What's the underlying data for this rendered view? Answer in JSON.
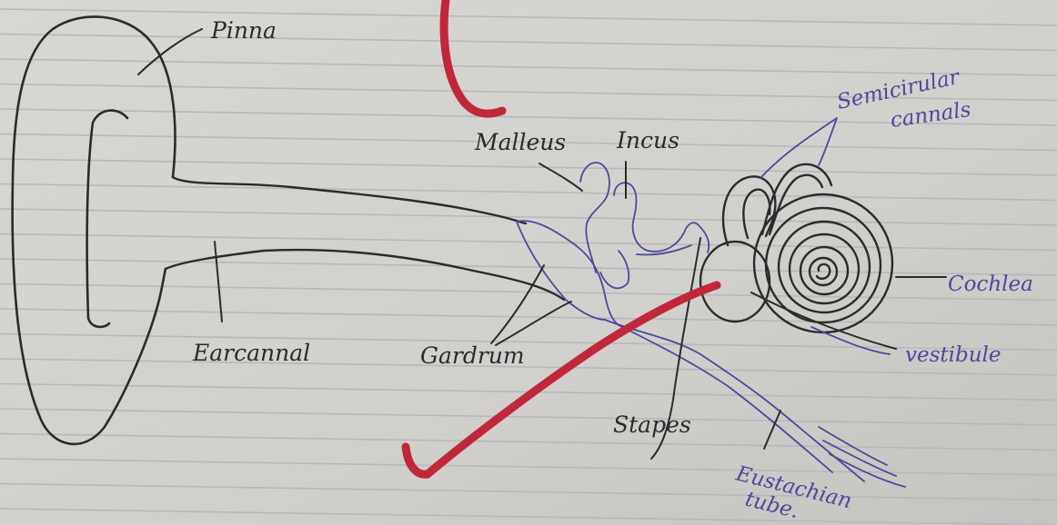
{
  "diagram": {
    "labels": {
      "pinna": "Pinna",
      "malleus": "Malleus",
      "incus": "Incus",
      "semicircular_line1": "Semicirular",
      "semicircular_line2": "cannals",
      "cochlea": "Cochlea",
      "vestibule": "vestibule",
      "earcanal": "Earcannal",
      "eardrum": "Gardrum",
      "stapes": "Stapes",
      "eustachian_line1": "Eustachian",
      "eustachian_line2": "tube."
    },
    "colors": {
      "paper": "#d6d4d0",
      "rule_line": "#b9b9bd",
      "pencil": "#2b2b2b",
      "pen_blue": "#4a4a9a",
      "red_mark": "#c1273a"
    }
  }
}
